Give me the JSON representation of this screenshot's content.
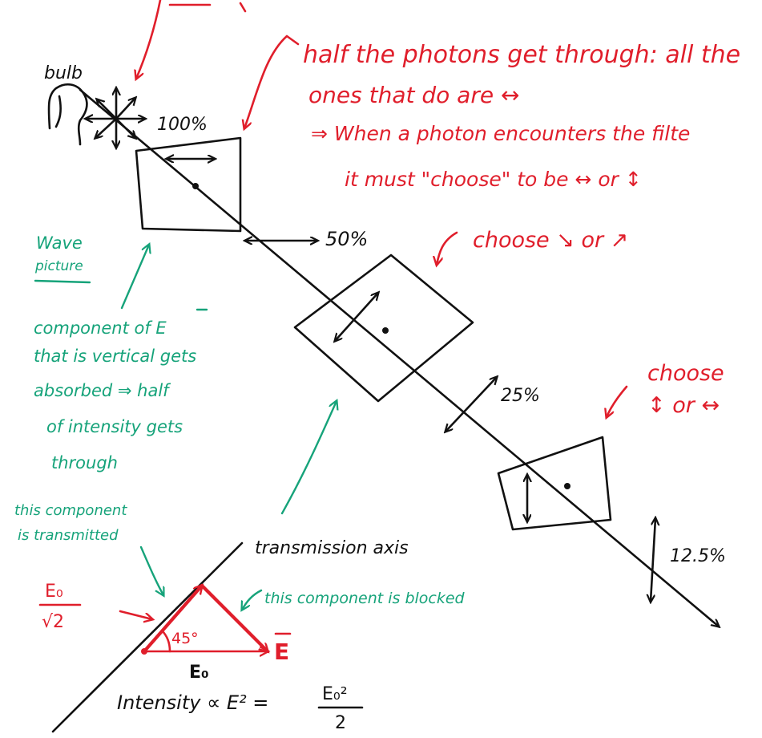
{
  "colors": {
    "ink": "#111111",
    "red": "#e01e2b",
    "green": "#16a37a"
  },
  "labels": {
    "bulb": "bulb",
    "pct_100": "100%",
    "pct_50": "50%",
    "pct_25": "25%",
    "pct_12": "12.5%",
    "transmission_axis": "transmission axis",
    "E_vec": "E",
    "E0": "E₀",
    "angle": "45°",
    "intensity": "Intensity ∝ E² =",
    "frac_num": "E₀²",
    "frac_den": "2",
    "e0_num": "E₀",
    "e0_den": "√2"
  },
  "red_notes": {
    "half_line1": "half the photons get through: all the",
    "half_line2": "ones that do are ↔",
    "when_line1": "⇒ When a photon encounters the filte",
    "when_line2": "it must \"choose\" to be ↔ or ↕",
    "choose_diag": "choose ↘ or ↗",
    "choose_word": "choose",
    "choose_vh": "↕ or ↔"
  },
  "green_notes": {
    "wave1": "Wave",
    "wave2": "picture",
    "comp1": "component of E",
    "comp2": "that is vertical gets",
    "comp3": "absorbed ⇒ half",
    "comp4": "of intensity gets",
    "comp5": "through",
    "trans1": "this component",
    "trans2": "is transmitted",
    "blocked": "this component is blocked"
  }
}
